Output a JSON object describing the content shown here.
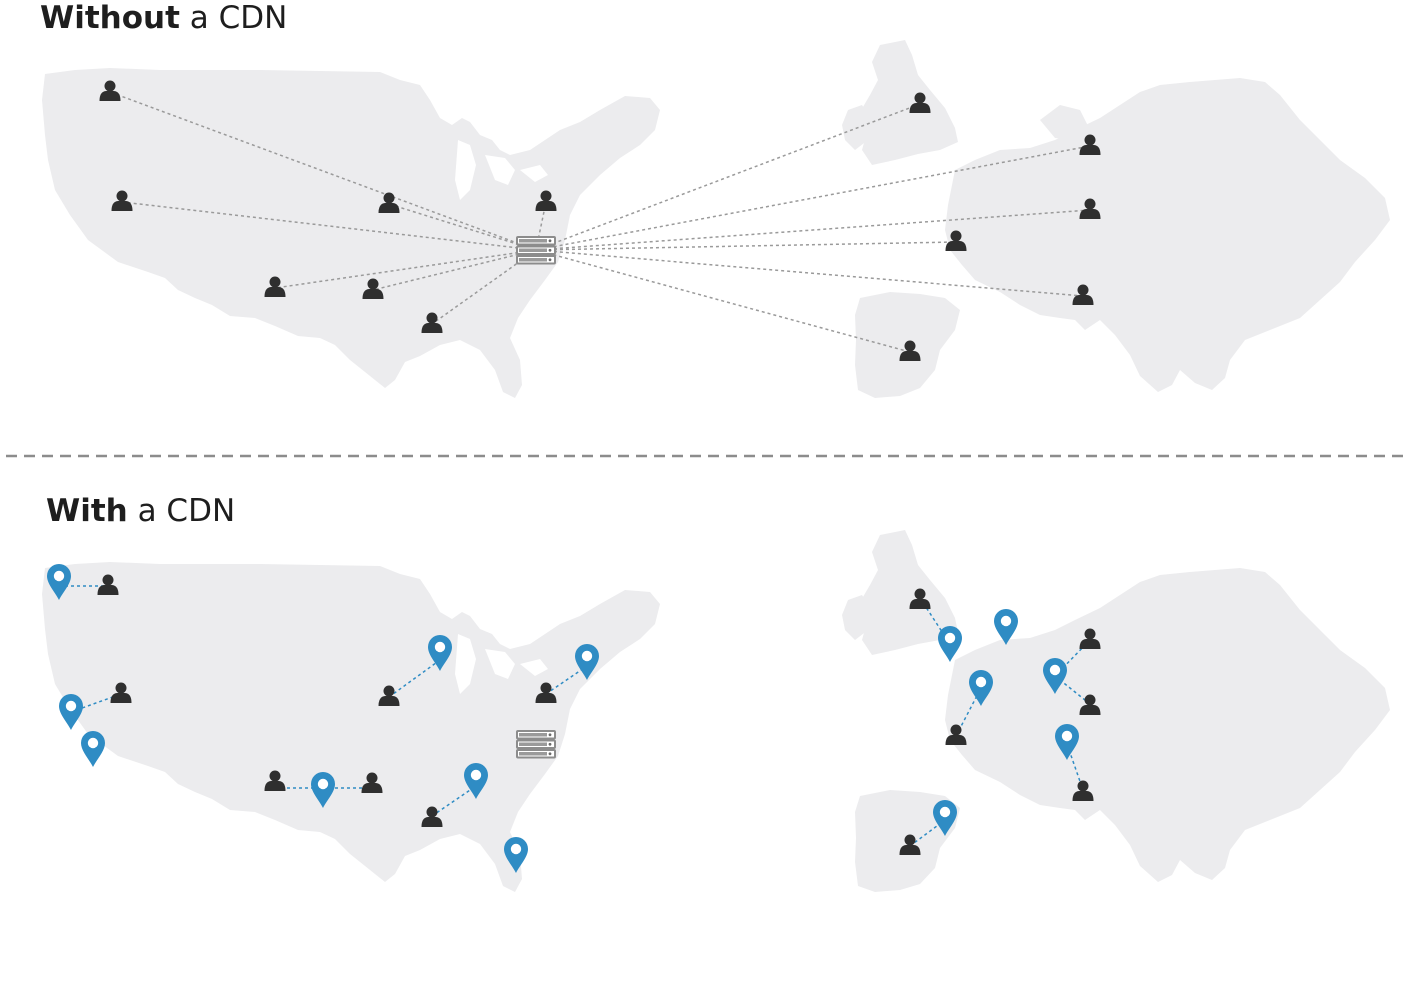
{
  "without_cdn": {
    "heading_bold": "Without",
    "heading_rest": " a CDN"
  },
  "with_cdn": {
    "heading_bold": "With",
    "heading_rest": " a CDN"
  },
  "colors": {
    "land": "#ececee",
    "user": "#2f2f2f",
    "pin": "#2f8cc4",
    "pin_line": "#2f8cc4",
    "line": "#9a9a9a",
    "divider": "#8c8c8c",
    "server": "#8c8c8c"
  },
  "icons": [
    "user-icon",
    "server-icon",
    "map-pin-icon"
  ],
  "legend": {
    "origin": "server-icon",
    "users": "user-icon",
    "edge_servers": "map-pin-icon"
  }
}
